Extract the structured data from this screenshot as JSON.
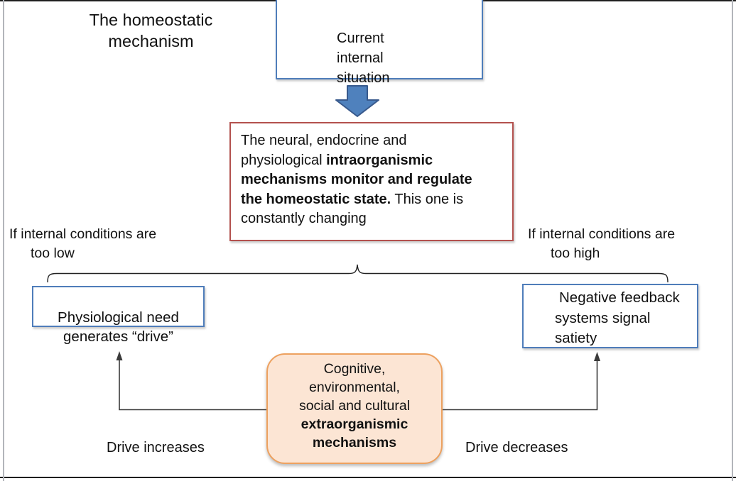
{
  "title": "The homeostatic\nmechanism",
  "top_box": {
    "text": "Current\ninternal\nsituation"
  },
  "central_box": {
    "lines": [
      {
        "normal": "The neural, endocrine and"
      },
      {
        "normal": "physiological ",
        "bold": "intraorganismic"
      },
      {
        "bold": "mechanisms monitor and regulate"
      },
      {
        "bold": "the homeostatic state.",
        "normal_after": " This one is"
      },
      {
        "normal": "constantly changing"
      }
    ]
  },
  "conditions": {
    "left": {
      "line1": "If internal conditions are",
      "line2": "too low"
    },
    "right": {
      "line1": "If internal conditions are",
      "line2": "too high"
    }
  },
  "drive_box": {
    "text": "Physiological need\ngenerates “drive”"
  },
  "feedback_box": {
    "lines": [
      "Negative feedback",
      "systems signal",
      "satiety"
    ]
  },
  "extraorganismic_box": {
    "normal_lines": [
      "Cognitive,",
      "environmental,",
      "social and cultural"
    ],
    "bold_lines": [
      "extraorganismic",
      "mechanisms"
    ]
  },
  "labels": {
    "drive_increases": "Drive increases",
    "drive_decreases": "Drive decreases"
  },
  "icons": {
    "flow_arrow": "down-arrow-icon",
    "brace": "brace-shape",
    "left_feedback": "up-arrow-connector",
    "right_feedback": "up-arrow-connector"
  },
  "colors": {
    "text": "#111111",
    "box_border_blue": "#4f7dba",
    "box_border_red": "#b3514e",
    "arrow_fill": "#4f81bd",
    "arrow_stroke": "#38598c",
    "rounded_fill": "#fce5d4",
    "rounded_border": "#eda15f",
    "line": "#3a3a3a",
    "edge_gray": "#b2b5ba",
    "edge_dark": "#1f1f1f"
  }
}
